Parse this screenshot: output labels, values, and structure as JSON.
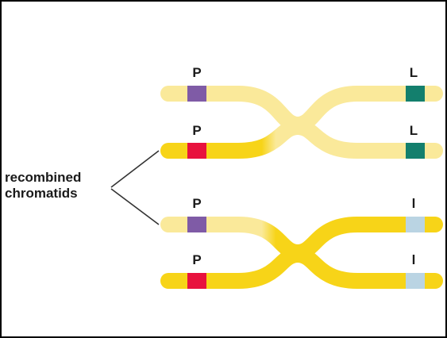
{
  "diagram": {
    "side_label_line1": "recombined",
    "side_label_line2": "chromatids",
    "colors": {
      "pale_yellow": "#fae99a",
      "bright_yellow": "#f7d418",
      "purple": "#7f5ba6",
      "red": "#e8123e",
      "teal": "#137f6d",
      "light_blue": "#bad4e3",
      "line": "#333333"
    },
    "chromatids": [
      {
        "left_gene": "P",
        "right_gene": "L",
        "left_band": "purple",
        "right_band": "teal"
      },
      {
        "left_gene": "P",
        "right_gene": "L",
        "left_band": "red",
        "right_band": "teal"
      },
      {
        "left_gene": "P",
        "right_gene": "l",
        "left_band": "purple",
        "right_band": "light_blue"
      },
      {
        "left_gene": "P",
        "right_gene": "l",
        "left_band": "red",
        "right_band": "light_blue"
      }
    ]
  }
}
